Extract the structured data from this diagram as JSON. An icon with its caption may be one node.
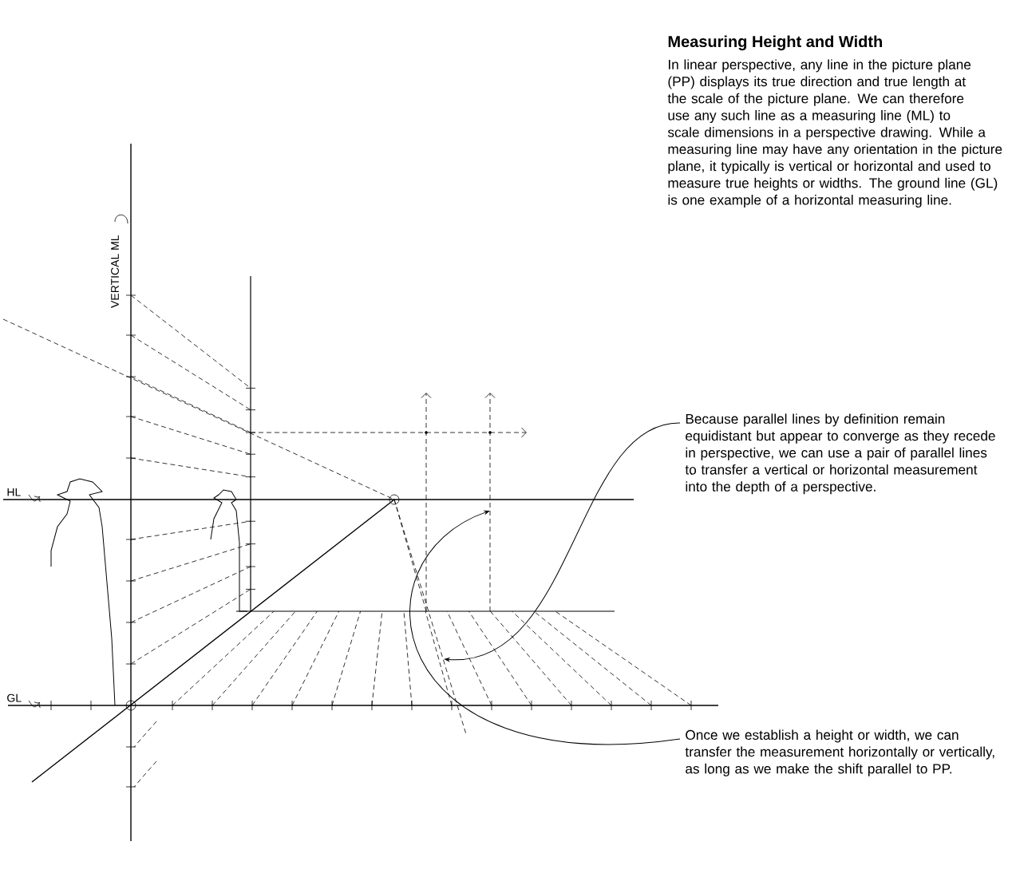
{
  "diagram": {
    "title": "Measuring Height and Width",
    "nodes": [
      {
        "text": [
          "Because parallel lines by definition remain equidistant but appear to converge as they recede in perspective, we can use a pair of parallel lines to transfer a vertical or horizontal measurement into the depth of a perspective."
        ]
      },
      {
        "text": [
          "Once we establish a height or width, we can transfer the measurement horizontally or vertically, as long as we make the shift parallel to PP."
        ]
      }
    ],
    "edges": [
      {
        "from": 0,
        "to": null,
        "arrow": "to"
      },
      {
        "from": 1,
        "to": null,
        "arrow": "to"
      }
    ],
    "labels": [
      "In linear perspective, any line in the picture plane (PP) displays its true direction and true length at the scale of the picture plane. We can therefore use any such line as a measuring line (ML) to scale dimensions in a perspective drawing. While a measuring line may have any orientation in the picture plane, it typically is vertical or horizontal and used to measure true heights or widths. The ground line (GL) is one example of a horizontal measuring line.",
      "VERTICAL ML",
      "HL",
      "GL"
    ]
  }
}
